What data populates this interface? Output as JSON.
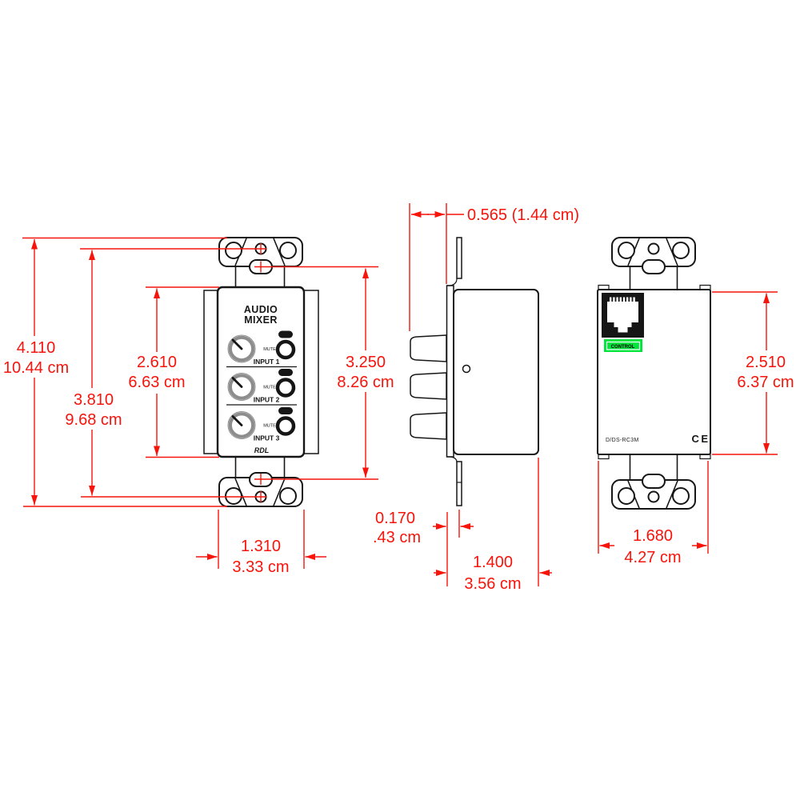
{
  "colors": {
    "line": "#161616",
    "dim": "#f6140b",
    "green": "#00e53c",
    "knob-ring": "#8d8d8d"
  },
  "front_view": {
    "title_line1": "AUDIO",
    "title_line2": "MIXER",
    "brand": "RDL",
    "channels": [
      {
        "mute": "MUTE",
        "input": "INPUT 1"
      },
      {
        "mute": "MUTE",
        "input": "INPUT 2"
      },
      {
        "mute": "MUTE",
        "input": "INPUT 3"
      }
    ]
  },
  "rear_view": {
    "port_label": "CONTROL",
    "model": "D/DS-RC3M",
    "cert": "CE"
  },
  "dimensions": {
    "overall_height": {
      "in": "4.110",
      "cm": "10.44 cm"
    },
    "mount_hole_spacing": {
      "in": "3.810",
      "cm": "9.68 cm"
    },
    "faceplate_height": {
      "in": "2.610",
      "cm": "6.63 cm"
    },
    "slot_spacing": {
      "in": "3.250",
      "cm": "8.26 cm"
    },
    "knob_projection": {
      "in": "0.565 (1.44 cm)"
    },
    "flange_offset": {
      "in": "0.170",
      "cm": ".43 cm"
    },
    "body_depth": {
      "in": "1.400",
      "cm": "3.56 cm"
    },
    "bracket_width": {
      "in": "1.310",
      "cm": "3.33 cm"
    },
    "rear_body_height": {
      "in": "2.510",
      "cm": "6.37 cm"
    },
    "rear_body_width": {
      "in": "1.680",
      "cm": "4.27 cm"
    }
  }
}
